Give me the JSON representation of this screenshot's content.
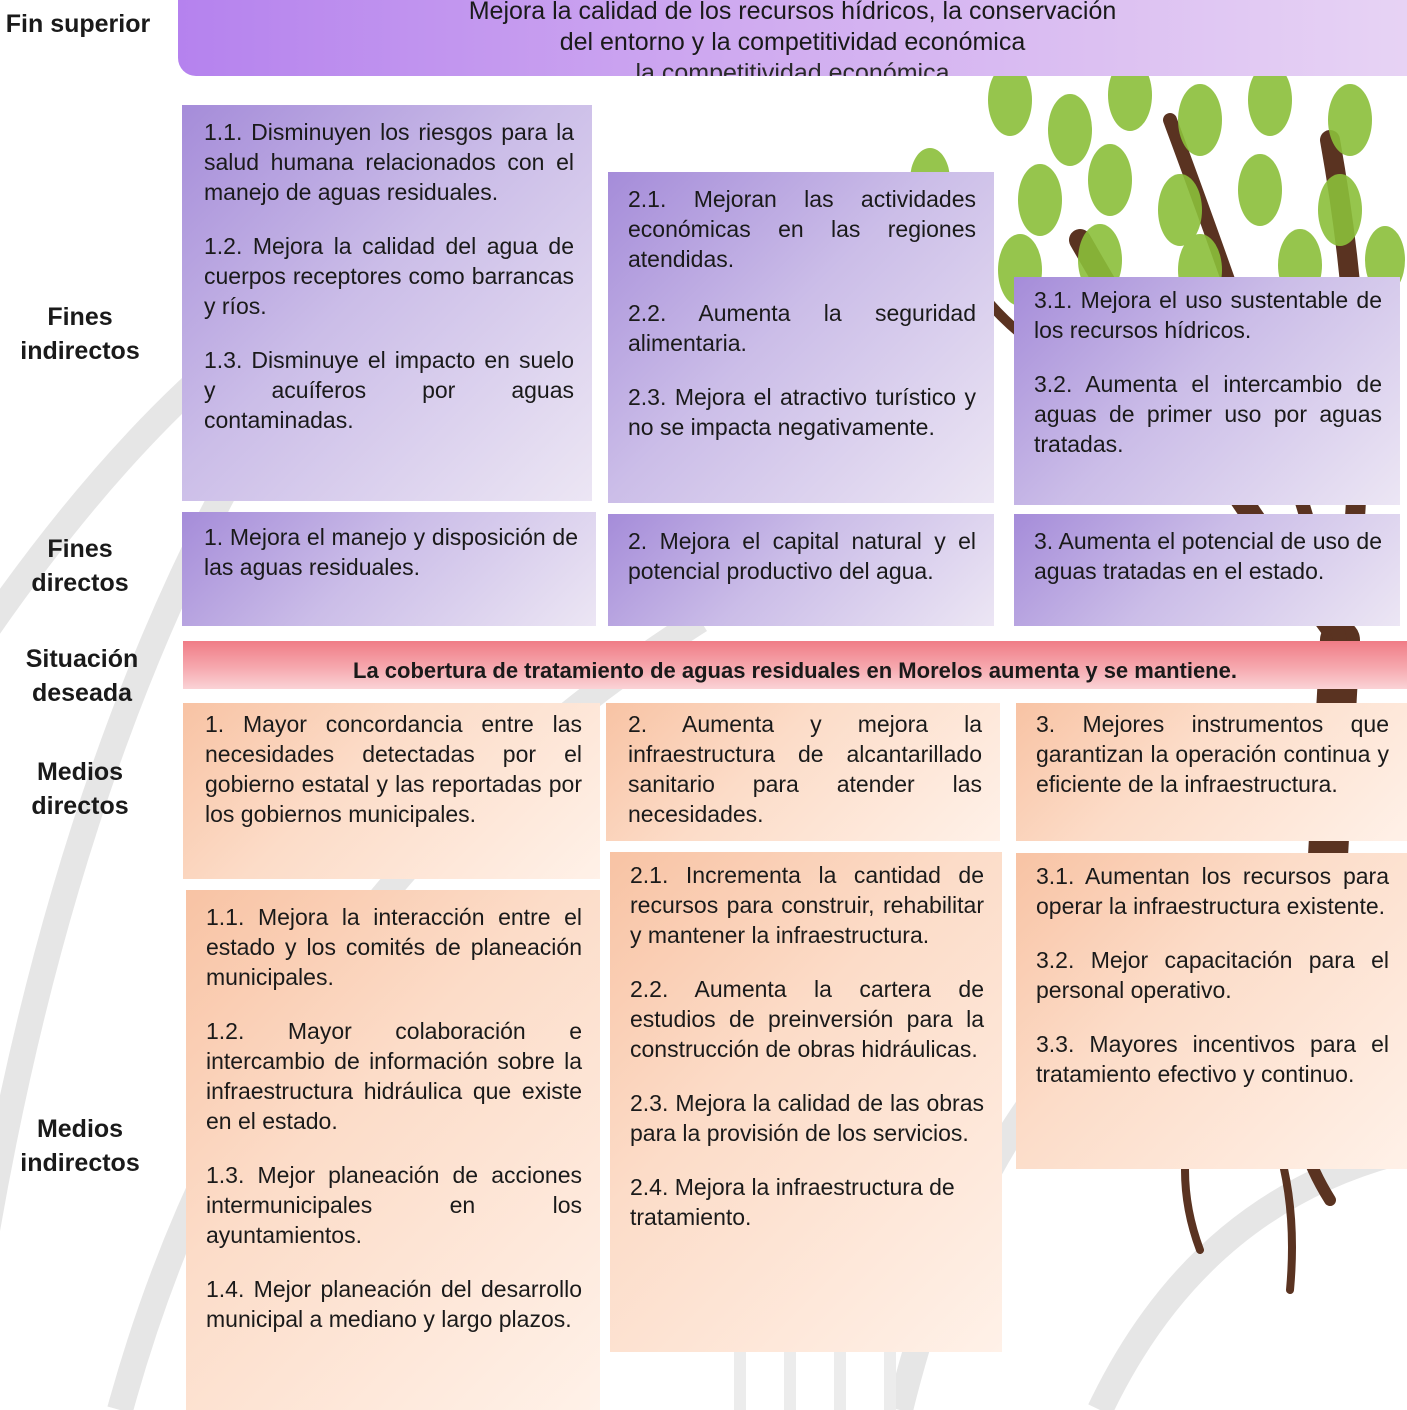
{
  "row_labels": {
    "fin_superior": "Fin superior",
    "fines_indirectos": "Fines indirectos",
    "fines_directos": "Fines directos",
    "situacion_deseada": "Situación deseada",
    "medios_directos": "Medios directos",
    "medios_indirectos": "Medios indirectos"
  },
  "fin_superior": {
    "line1": "Mejora la calidad de los recursos hídricos, la conservación",
    "line2": "del entorno y la competitividad económica",
    "line3": "la competitividad económica"
  },
  "fines_indirectos": {
    "col1": [
      "1.1. Disminuyen los riesgos para la salud humana relacionados con el manejo de aguas residuales.",
      "1.2. Mejora la calidad del agua de cuerpos receptores como barrancas y ríos.",
      "1.3. Disminuye el impacto en suelo y acuíferos por aguas contaminadas."
    ],
    "col2": [
      "2.1. Mejoran las actividades económicas en las regiones atendidas.",
      "2.2. Aumenta la seguridad alimentaria.",
      "2.3. Mejora el atractivo turístico y no se impacta negativamente."
    ],
    "col3": [
      "3.1. Mejora el uso sustentable de los recursos hídricos.",
      "3.2. Aumenta el intercambio de aguas de primer uso por aguas tratadas."
    ]
  },
  "fines_directos": {
    "col1": "1. Mejora el manejo y disposición de las aguas residuales.",
    "col2": "2. Mejora el capital natural y el potencial productivo del agua.",
    "col3": "3. Aumenta el potencial de uso de aguas tratadas en el estado."
  },
  "situacion_deseada": "La cobertura de tratamiento de aguas residuales en Morelos aumenta y se mantiene.",
  "medios_directos": {
    "col1": "1. Mayor concordancia entre las necesidades detectadas por el gobierno estatal y las reportadas por los gobiernos municipales.",
    "col2": "2. Aumenta y mejora la infraestructura de alcantarillado sanitario para atender las necesidades.",
    "col3": "3. Mejores instrumentos que garantizan la operación continua y eficiente de la infraestructura."
  },
  "medios_indirectos": {
    "col1": [
      "1.1. Mejora la interacción entre el estado y los comités de planeación municipales.",
      "1.2. Mayor colaboración e intercambio de información sobre la infraestructura hidráulica que existe en el estado.",
      "1.3. Mejor planeación de acciones intermunicipales en los ayuntamientos.",
      "1.4. Mejor planeación del desarrollo municipal a mediano y largo plazos."
    ],
    "col2": [
      "2.1. Incrementa la cantidad de recursos para construir, rehabilitar y mantener la infraestructura.",
      "2.2. Aumenta la cartera de estudios de preinversión para la construcción de obras hidráulicas.",
      "2.3. Mejora la calidad de las obras para la provisión de los servicios.",
      "2.4. Mejora la infraestructura de tratamiento."
    ],
    "col3": [
      "3.1. Aumentan los recursos para operar la infraestructura existente.",
      "3.2. Mejor capacitación para el personal operativo.",
      "3.3. Mayores incentivos para el tratamiento efectivo y continuo."
    ]
  },
  "colors": {
    "purple_box": "#a58cd9",
    "orange_box": "#f8c3a4",
    "banner": "#b582ee",
    "situation_bar": "#f07c86",
    "tree_trunk": "#5a3321",
    "leaf": "#8bbf3a"
  }
}
